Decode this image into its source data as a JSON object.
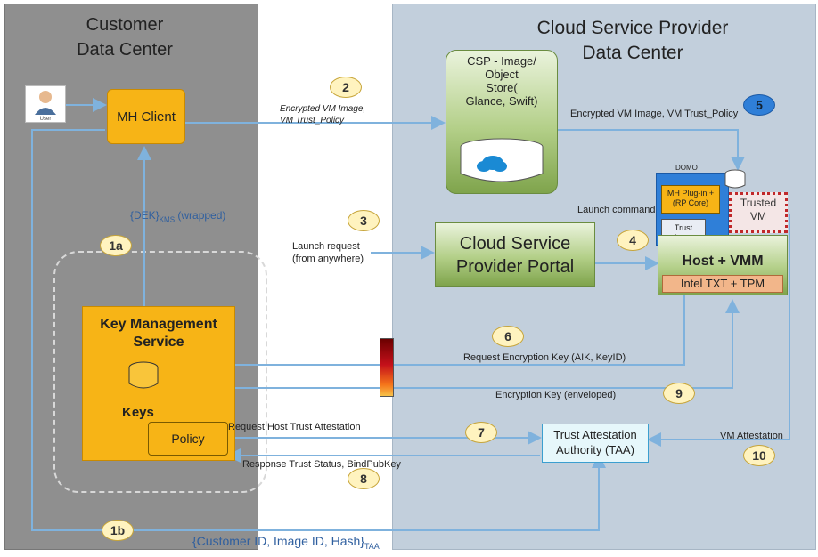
{
  "regions": {
    "customer_title": "Customer\nData Center",
    "csp_title": "Cloud Service Provider\nData Center"
  },
  "components": {
    "mh_client": "MH Client",
    "kms_title": "Key Management\nService",
    "keys": "Keys",
    "policy": "Policy",
    "csp_store": "CSP - Image/\nObject\nStore(\nGlance, Swift)",
    "csp_portal": "Cloud Service\nProvider Portal",
    "domo": "DOMO",
    "mh_plugin": "MH Plug-in +\n(RP Core)",
    "trusted_vm": "Trusted\nVM",
    "trust_agent": "Trust\nAgent",
    "host_vmm": "Host + VMM",
    "txt_tpm": "Intel TXT + TPM",
    "taa": "Trust Attestation\nAuthority (TAA)",
    "user_caption": "User"
  },
  "flows": {
    "dek_wrapped": "{DEK}",
    "dek_sub": "KMS",
    "dek_suffix": " (wrapped)",
    "encrypted_image_1": "Encrypted VM Image,\nVM Trust_Policy",
    "encrypted_image_2": "Encrypted VM Image, VM Trust_Policy",
    "launch_command": "Launch command",
    "launch_request": "Launch request\n(from anywhere)",
    "request_key": "Request Encryption Key (AIK, KeyID)",
    "encryption_key": "Encryption Key (enveloped)",
    "request_host_trust": "Request Host Trust Attestation",
    "response_trust": "Response Trust Status, BindPubKey",
    "vm_attestation": "VM Attestation",
    "customer_id_hash": "{Customer ID, Image ID, Hash}",
    "taa_sub": "TAA"
  },
  "steps": {
    "s1a": "1a",
    "s1b": "1b",
    "s2": "2",
    "s3": "3",
    "s4": "4",
    "s5": "5",
    "s6": "6",
    "s7": "7",
    "s8": "8",
    "s9": "9",
    "s10": "10"
  },
  "colors": {
    "customer_bg": "#8f8f8f",
    "csp_bg": "#c2cfdc",
    "gold": "#f7b416",
    "arrow": "#7fb2dd",
    "step_badge": "#fff3bf",
    "step5_badge": "#2f7fd8"
  },
  "icons": [
    "user-icon",
    "database-icon",
    "cloud-icon",
    "firewall-icon"
  ]
}
